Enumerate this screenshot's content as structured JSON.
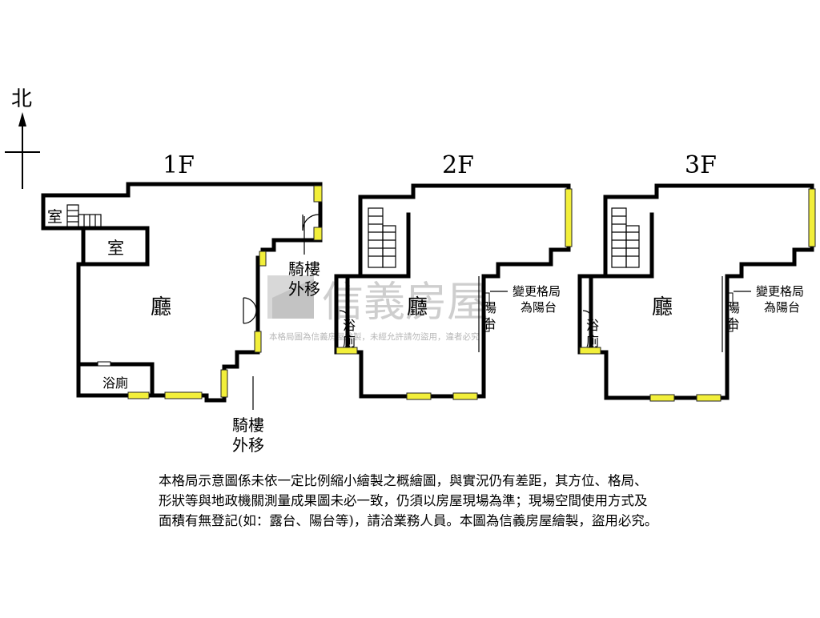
{
  "compass": {
    "north_label": "北"
  },
  "floors": {
    "f1": {
      "title": "1F",
      "rooms": {
        "room_a": "室",
        "room_b": "室",
        "hall": "廳",
        "bath": "浴廁",
        "arcade_top": [
          "騎樓",
          "外移"
        ],
        "arcade_bottom": [
          "騎樓",
          "外移"
        ]
      }
    },
    "f2": {
      "title": "2F",
      "rooms": {
        "hall": "廳",
        "bath": [
          "浴",
          "廁"
        ],
        "balcony": [
          "陽",
          "台"
        ],
        "changed": [
          "變更格局",
          "為陽台"
        ]
      }
    },
    "f3": {
      "title": "3F",
      "rooms": {
        "hall": "廳",
        "bath": [
          "浴",
          "廁"
        ],
        "balcony": [
          "陽",
          "台"
        ],
        "changed": [
          "變更格局",
          "為陽台"
        ]
      }
    }
  },
  "watermark": {
    "brand": "信義房屋",
    "notice": "本格局圖為信義房屋繪製，未經允許請勿盜用，違者必究"
  },
  "disclaimer": [
    "本格局示意圖係未依一定比例縮小繪製之概繪圖，與實況仍有差距，其方位、格局、",
    "形狀等與地政機關測量成果圖未必一致，仍須以房屋現場為準；現場空間使用方式及",
    "面積有無登記(如：露台、陽台等)，請洽業務人員。本圖為信義房屋繪製，盜用必究。"
  ],
  "colors": {
    "window_fill": "#f2ef3a",
    "wall": "#000000",
    "watermark": "#c9c9c9"
  }
}
